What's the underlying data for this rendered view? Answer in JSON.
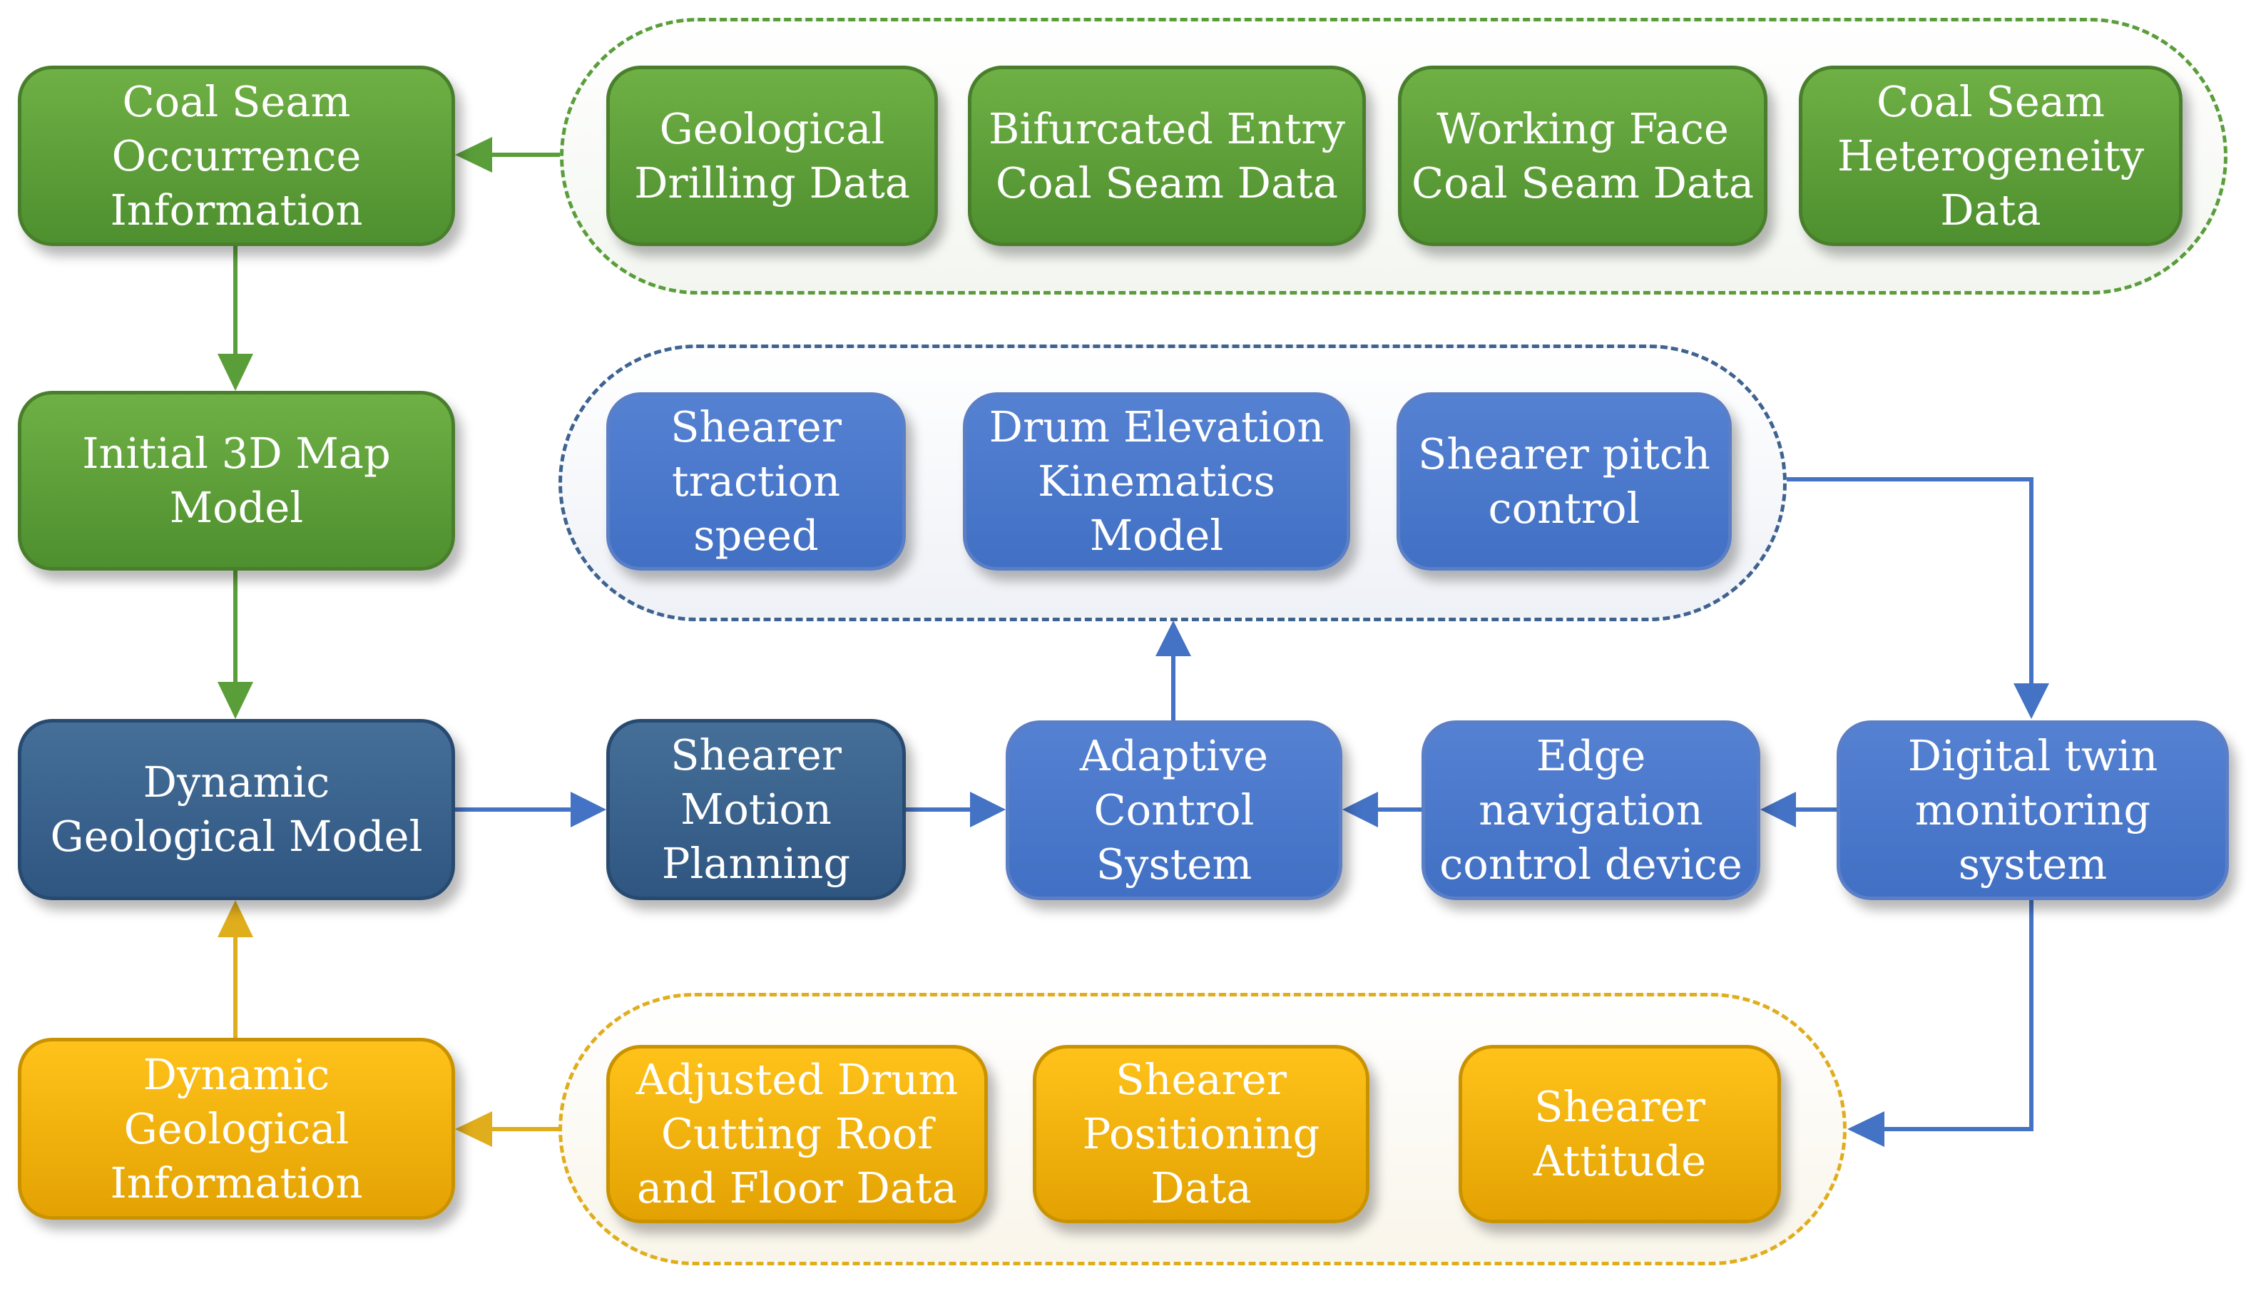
{
  "colors": {
    "green": "#5a9e3a",
    "navy": "#335b85",
    "blue": "#4472c4",
    "yellow": "#e0ad1c"
  },
  "nodes": {
    "coal_seam_occurrence": "Coal Seam\nOccurrence\nInformation",
    "geological_drilling": "Geological\nDrilling Data",
    "bifurcated_entry": "Bifurcated Entry\nCoal Seam Data",
    "working_face": "Working Face\nCoal Seam Data",
    "heterogeneity": "Coal Seam\nHeterogeneity\nData",
    "initial_3d_map": "Initial 3D Map\nModel",
    "traction_speed": "Shearer\ntraction\nspeed",
    "drum_elevation": "Drum Elevation\nKinematics\nModel",
    "pitch_control": "Shearer  pitch\ncontrol",
    "dynamic_geological_model": "Dynamic\nGeological Model",
    "motion_planning": "Shearer\nMotion\nPlanning",
    "adaptive_control": "Adaptive\nControl\nSystem",
    "edge_navigation": "Edge\nnavigation\ncontrol device",
    "digital_twin": "Digital twin\nmonitoring\nsystem",
    "dynamic_geological_info": "Dynamic\nGeological\nInformation",
    "adjusted_drum": "Adjusted Drum\nCutting Roof\nand Floor Data",
    "positioning_data": "Shearer\nPositioning\nData",
    "attitude": "Shearer\nAttitude"
  }
}
